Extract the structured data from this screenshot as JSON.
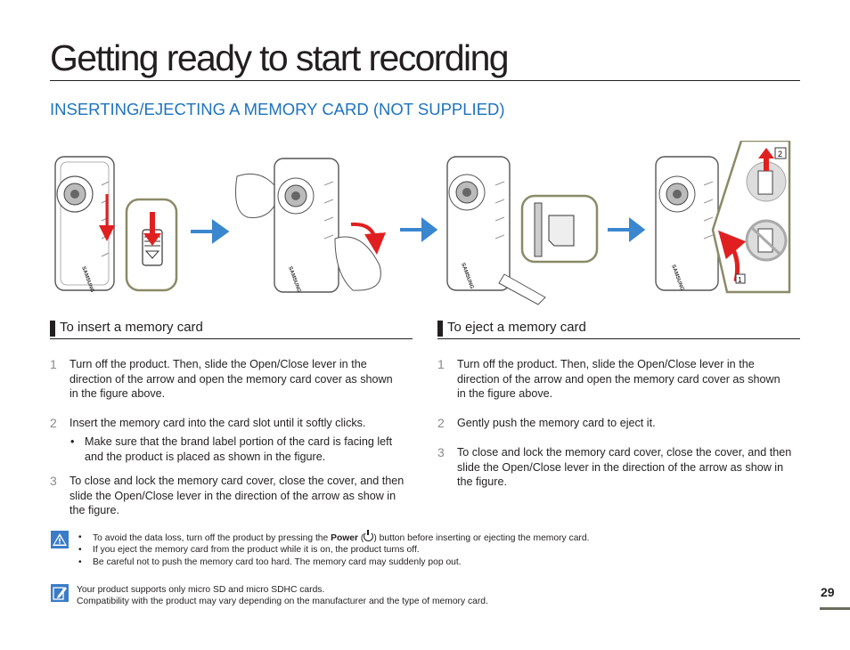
{
  "page": {
    "title": "Getting ready to start recording",
    "subtitle": "INSERTING/EJECTING A MEMORY CARD (NOT SUPPLIED)",
    "page_number": "29"
  },
  "figure": {
    "brand": "SAMSUNG",
    "callout_2": "2",
    "callout_1": "1",
    "accent_red": "#e02020",
    "accent_blue": "#3a86cf"
  },
  "insert": {
    "heading": "To insert a memory card",
    "steps": [
      {
        "num": "1",
        "text": "Turn off the product. Then, slide the Open/Close lever in the direction of the arrow and open the memory card cover as shown in the figure above."
      },
      {
        "num": "2",
        "text": "Insert the memory card into the card slot until it softly clicks."
      },
      {
        "num": "3",
        "text": "To close and lock the memory card cover, close the cover, and then slide the Open/Close lever in the direction of the arrow as show in the figure."
      }
    ],
    "bullet": "Make sure that the brand label portion of the card is facing left and the product is placed as shown in the figure."
  },
  "eject": {
    "heading": "To eject a memory card",
    "steps": [
      {
        "num": "1",
        "text": "Turn off the product. Then, slide the Open/Close lever in the direction of the arrow and open the memory card cover as shown in the figure above."
      },
      {
        "num": "2",
        "text": "Gently push the memory card to eject it."
      },
      {
        "num": "3",
        "text": "To close and lock the memory card cover, close the cover, and then slide the Open/Close lever in the direction of the arrow as show in the figure."
      }
    ]
  },
  "cautions": {
    "line1_pre": "To avoid the data loss, turn off the product by pressing the ",
    "line1_bold": "Power",
    "line1_post": " button before inserting or ejecting the memory card.",
    "line2": "If you eject the memory card from the product while it is on, the product turns off.",
    "line3": "Be careful not to push the memory card too hard. The memory card may suddenly pop out."
  },
  "notes": {
    "line1": "Your product supports only micro SD and micro SDHC cards.",
    "line2": "Compatibility with the product may vary depending on the manufacturer and the type of memory card."
  }
}
